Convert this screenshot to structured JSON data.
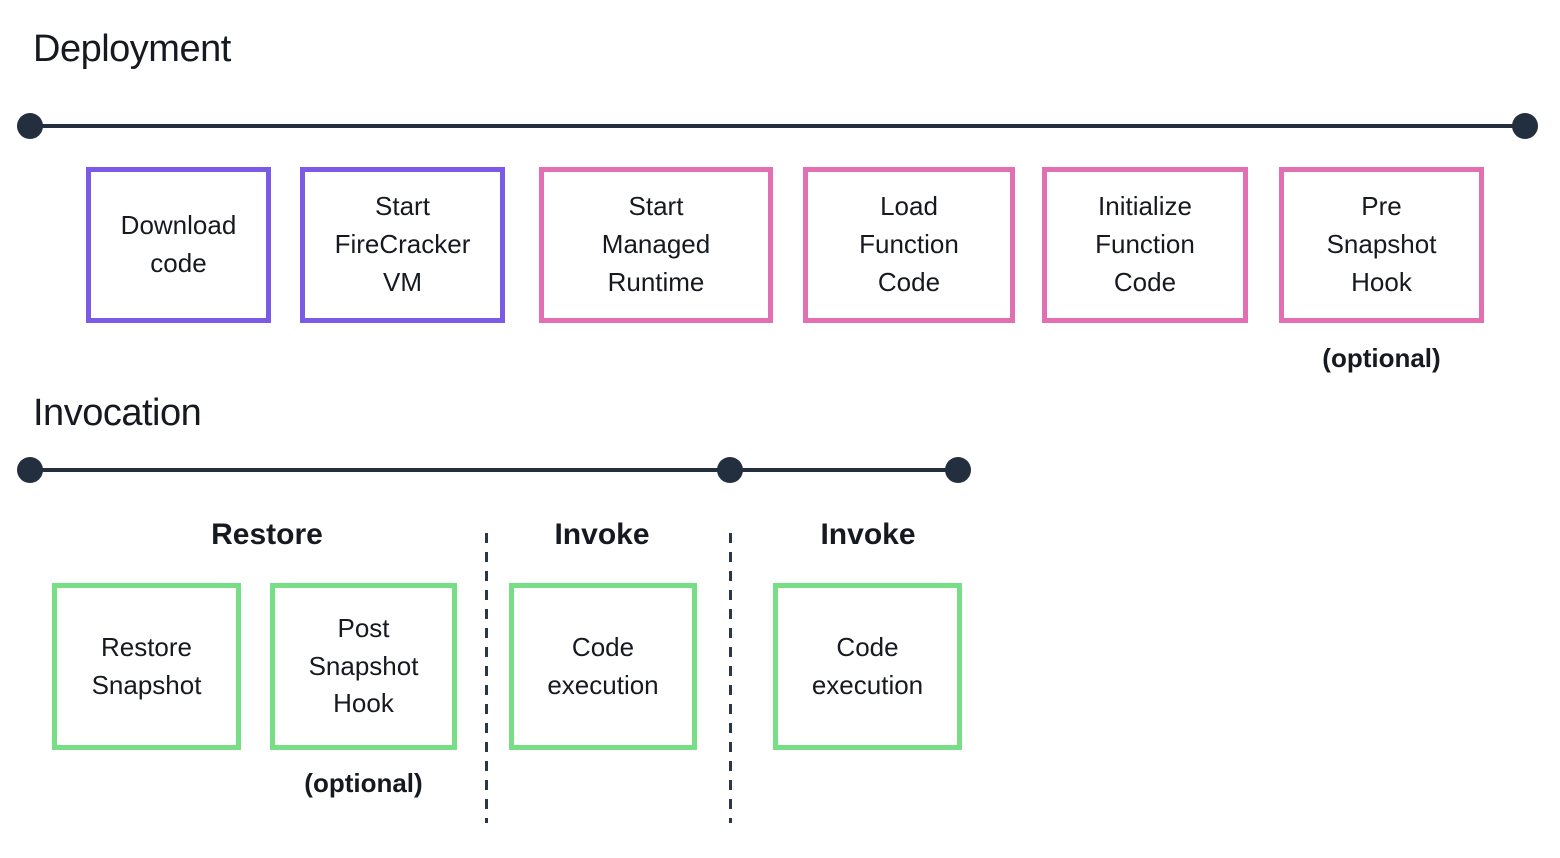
{
  "colors": {
    "deployment_internal_border": "#7b5be6",
    "deployment_runtime_border": "#e26fb1",
    "invocation_border": "#78de86",
    "timeline": "#232f3e",
    "text": "#16191f",
    "background": "#ffffff"
  },
  "deployment": {
    "title": "Deployment",
    "steps": [
      {
        "label": "Download\ncode",
        "border_color": "#7b5be6"
      },
      {
        "label": "Start\nFireCracker\nVM",
        "border_color": "#7b5be6"
      },
      {
        "label": "Start\nManaged\nRuntime",
        "border_color": "#e26fb1"
      },
      {
        "label": "Load\nFunction\nCode",
        "border_color": "#e26fb1"
      },
      {
        "label": "Initialize\nFunction\nCode",
        "border_color": "#e26fb1"
      },
      {
        "label": "Pre\nSnapshot\nHook",
        "border_color": "#e26fb1",
        "note": "(optional)"
      }
    ]
  },
  "invocation": {
    "title": "Invocation",
    "phases": [
      {
        "label": "Restore"
      },
      {
        "label": "Invoke"
      },
      {
        "label": "Invoke"
      }
    ],
    "steps": [
      {
        "label": "Restore\nSnapshot",
        "border_color": "#78de86"
      },
      {
        "label": "Post\nSnapshot\nHook",
        "border_color": "#78de86",
        "note": "(optional)"
      },
      {
        "label": "Code\nexecution",
        "border_color": "#78de86"
      },
      {
        "label": "Code\nexecution",
        "border_color": "#78de86"
      }
    ]
  }
}
